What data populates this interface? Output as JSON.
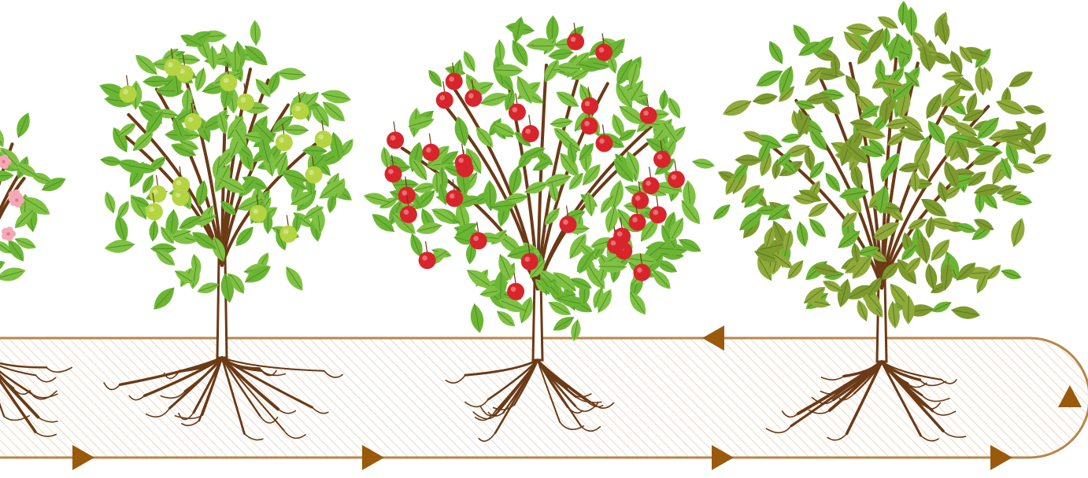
{
  "colors": {
    "background": "#ffffff",
    "track_stroke": "#b8864b",
    "track_hatch": "#e3cfb0",
    "arrow": "#9a5a0c",
    "trunk": "#6b3a16",
    "root": "#6b3a16",
    "leaf_bright": "#6bb534",
    "leaf_mid": "#7fc143",
    "leaf_vein": "#4f8f25",
    "leaf_mature": "#7d9a2f",
    "leaf_mature_light": "#8faa3b",
    "fruit_green": "#b5d442",
    "fruit_red": "#d8252b",
    "blossom": "#f4a9b6"
  },
  "stages": [
    {
      "id": "flowering",
      "fruit": "blossom",
      "visible": "partial"
    },
    {
      "id": "young-fruit",
      "fruit": "green"
    },
    {
      "id": "ripe-fruit",
      "fruit": "red"
    },
    {
      "id": "post-harvest",
      "fruit": "none"
    }
  ],
  "track": {
    "direction_bottom": "right",
    "direction_top": "left",
    "loop_end": "right"
  }
}
